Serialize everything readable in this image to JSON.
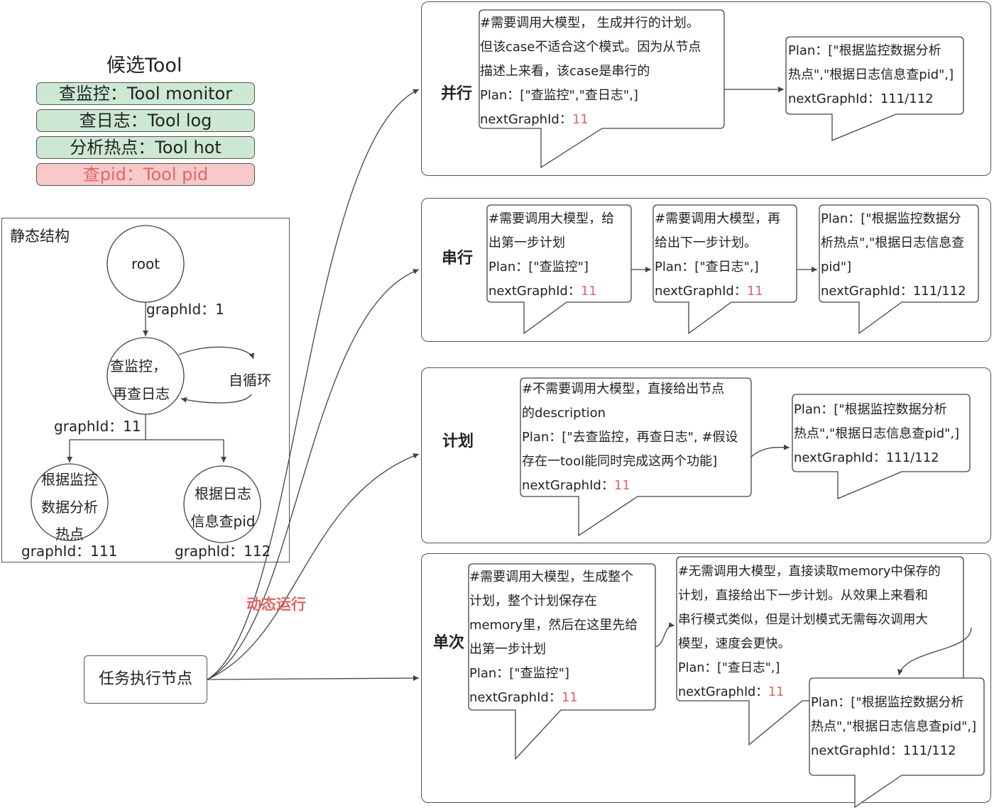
{
  "candidates": {
    "title": "候选Tool",
    "tools": [
      {
        "label": "查监控：Tool monitor",
        "color": "#cce8d2"
      },
      {
        "label": "查日志：Tool log",
        "color": "#cce8d2"
      },
      {
        "label": "分析热点：Tool hot",
        "color": "#cce8d2"
      },
      {
        "label": "查pid：Tool pid",
        "color": "#f7c9c9"
      }
    ]
  },
  "static": {
    "title": "静态结构",
    "root": "root",
    "root_gid": "graphId：1",
    "mid_line1": "查监控，",
    "mid_line2": "再查日志",
    "self_loop": "自循环",
    "mid_gid": "graphId：11",
    "left_leaf": [
      "根据监控",
      "数据分析",
      "热点"
    ],
    "left_gid": "graphId：111",
    "right_leaf": [
      "根据日志",
      "信息查pid"
    ],
    "right_gid": "graphId：112"
  },
  "task_node": "任务执行节点",
  "dynamic_label": "动态运行",
  "accent_red": "#e06666",
  "panels": {
    "parallel": {
      "label": "并行",
      "bubble1": {
        "lines": [
          "#需要调用大模型， 生成并行的计划。",
          "但该case不适合这个模式。因为从节点",
          "描述上来看，该case是串行的",
          "Plan：[\"查监控\",\"查日志\",]"
        ],
        "gid_label": "nextGraphId：",
        "gid_value": "11"
      },
      "bubble2": {
        "lines": [
          "Plan：[\"根据监控数据分析",
          "热点\",\"根据日志信息查pid\",]",
          "nextGraphId：111/112"
        ]
      }
    },
    "serial": {
      "label": "串行",
      "bubble1": {
        "lines": [
          "#需要调用大模型，给",
          "出第一步计划",
          "Plan：[\"查监控\"]"
        ],
        "gid_label": "nextGraphId：",
        "gid_value": "11"
      },
      "bubble2": {
        "lines": [
          "#需要调用大模型，再",
          "给出下一步计划。",
          "Plan：[\"查日志\",]"
        ],
        "gid_label": "nextGraphId：",
        "gid_value": "11"
      },
      "bubble3": {
        "lines": [
          "Plan：[\"根据监控数据分",
          "析热点\",\"根据日志信息查",
          "pid\"]",
          "nextGraphId：111/112"
        ]
      }
    },
    "plan": {
      "label": "计划",
      "bubble1": {
        "lines": [
          "#不需要调用大模型，直接给出节点",
          "的description",
          "Plan：[\"去查监控，再查日志\", #假设",
          "存在一tool能同时完成这两个功能]"
        ],
        "gid_label": "nextGraphId：",
        "gid_value": "11"
      },
      "bubble2": {
        "lines": [
          "Plan：[\"根据监控数据分析",
          "热点\",\"根据日志信息查pid\",]",
          "nextGraphId：111/112"
        ]
      }
    },
    "single": {
      "label": "单次",
      "bubble1": {
        "lines": [
          "#需要调用大模型，生成整个",
          "计划，整个计划保存在",
          "memory里，然后在这里先给",
          "出第一步计划",
          "Plan：[\"查监控\"]"
        ],
        "gid_label": "nextGraphId：",
        "gid_value": "11"
      },
      "bubble2": {
        "lines": [
          "#无需调用大模型，直接读取memory中保存的",
          "计划，直接给出下一步计划。从效果上来看和",
          "串行模式类似，但是计划模式无需每次调用大",
          "模型，速度会更快。",
          "Plan：[\"查日志\",]"
        ],
        "gid_label": "nextGraphId：",
        "gid_value": "11"
      },
      "bubble3": {
        "lines": [
          "Plan：[\"根据监控数据分析",
          "热点\",\"根据日志信息查pid\",]",
          "nextGraphId：111/112"
        ]
      }
    }
  }
}
